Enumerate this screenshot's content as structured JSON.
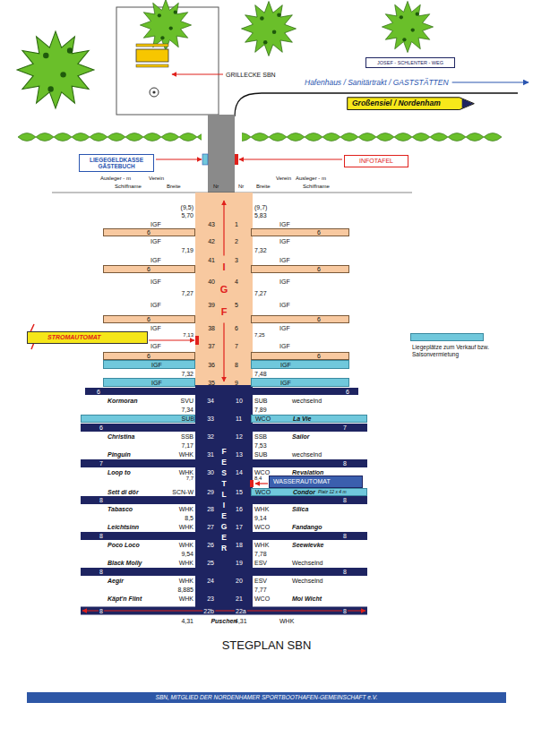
{
  "diagram": {
    "title": "STEGPLAN SBN",
    "nodes": [
      {
        "text": [
          "JOSEF - SCHLENTER - WEG"
        ]
      },
      {
        "text": [
          "Großensiel / Nordenham"
        ]
      },
      {
        "text": [
          "LIEGEGELDKASSE GÄSTEBUCH"
        ]
      },
      {
        "text": [
          "INFOTAFEL"
        ]
      },
      {
        "text": [
          "IGF"
        ]
      },
      {
        "text": [
          "6"
        ]
      },
      {
        "text": [
          "6"
        ]
      },
      {
        "text": [
          "6"
        ]
      },
      {
        "text": [
          "6"
        ]
      },
      {
        "text": [
          "6"
        ]
      },
      {
        "text": [
          "6"
        ]
      },
      {
        "text": [
          "STROMAUTOMAT"
        ]
      },
      {
        "text": [
          "6"
        ]
      },
      {
        "text": [
          "6"
        ]
      },
      {
        "text": [
          "IGF"
        ]
      },
      {
        "text": [
          "IGF"
        ]
      },
      {
        "text": [
          "IGF"
        ]
      },
      {
        "text": [
          "IGF"
        ]
      },
      {
        "text": [
          "6",
          "6"
        ]
      },
      {
        "text": [
          "FESTLIEGER"
        ]
      },
      {
        "text": [
          "SUB"
        ]
      },
      {
        "text": [
          "WCO",
          "La Vie"
        ]
      },
      {
        "text": [
          "6"
        ]
      },
      {
        "text": [
          "7"
        ]
      },
      {
        "text": [
          "7"
        ]
      },
      {
        "text": [
          "8"
        ]
      },
      {
        "text": [
          "WASSERAUTOMAT"
        ]
      },
      {
        "text": [
          "WCO",
          "Condor",
          "Platz 12 x 4 m"
        ]
      },
      {
        "text": [
          "8"
        ]
      },
      {
        "text": [
          "8"
        ]
      },
      {
        "text": [
          "8"
        ]
      },
      {
        "text": [
          "8"
        ]
      },
      {
        "text": [
          "8"
        ]
      },
      {
        "text": [
          "8"
        ]
      },
      {
        "text": [
          "8",
          "8"
        ]
      },
      {
        "text": [
          "SBN, MITGLIED DER NORDENHAMER SPORTBOOTHAFEN-GEMEINSCHAFT e.V."
        ]
      }
    ],
    "labels": [
      "GRILLECKE SBN",
      "Hafenhaus / Sanitärtrakt / GASTSTÄTTEN",
      "Ausleger - m",
      "Verein",
      "Schiffname",
      "Breite",
      "Nr",
      "Nr",
      "Breite",
      "Verein",
      "Ausleger - m",
      "Schiffname",
      "(9,5)",
      "(9,7)",
      "5,70",
      "5,83",
      "IGF",
      "43",
      "1",
      "IGF",
      "IGF",
      "42",
      "2",
      "IGF",
      "7,19",
      "7,32",
      "IGF",
      "41",
      "3",
      "IGF",
      "IGF",
      "40",
      "4",
      "IGF",
      "7,27",
      "7,27",
      "IGF",
      "39",
      "5",
      "IGF",
      "IGF",
      "38",
      "6",
      "IGF",
      "7,13",
      "7,25",
      "IGF",
      "37",
      "7",
      "IGF",
      "36",
      "8",
      "7,32",
      "7,48",
      "35",
      "9",
      "Kormoran",
      "SVU",
      "34",
      "10",
      "SUB",
      "wechselnd",
      "7,34",
      "7,89",
      "33",
      "11",
      "Christina",
      "SSB",
      "32",
      "12",
      "SSB",
      "Sailor",
      "7,17",
      "7,53",
      "Pinguin",
      "WHK",
      "31",
      "13",
      "SUB",
      "wechselnd",
      "Loop to",
      "WHK",
      "30",
      "14",
      "WCO",
      "Revalation",
      "7,7",
      "8,4",
      "Sett di dör",
      "SCN-W",
      "29",
      "15",
      "Tabasco",
      "WHK",
      "28",
      "16",
      "WHK",
      "Silica",
      "8,5",
      "9,14",
      "Leichtsinn",
      "WHK",
      "27",
      "17",
      "WCO",
      "Fandango",
      "Poco Loco",
      "WHK",
      "26",
      "18",
      "WHK",
      "Seewievke",
      "9,54",
      "7,78",
      "Black Molly",
      "WHK",
      "25",
      "19",
      "ESV",
      "Wechselnd",
      "Aegir",
      "WHK",
      "24",
      "20",
      "ESV",
      "Wechselnd",
      "8,885",
      "7,77",
      "Käpt'n Flint",
      "WHK",
      "23",
      "21",
      "WCO",
      "Moi Wicht",
      "22b",
      "22a",
      "4,31",
      "Puschen",
      "4,31",
      "WHK"
    ],
    "legend": [
      {
        "text": "Liegeplätze zum Verkauf bzw. Saisonvermietung",
        "color": "#70c8dc"
      }
    ]
  }
}
